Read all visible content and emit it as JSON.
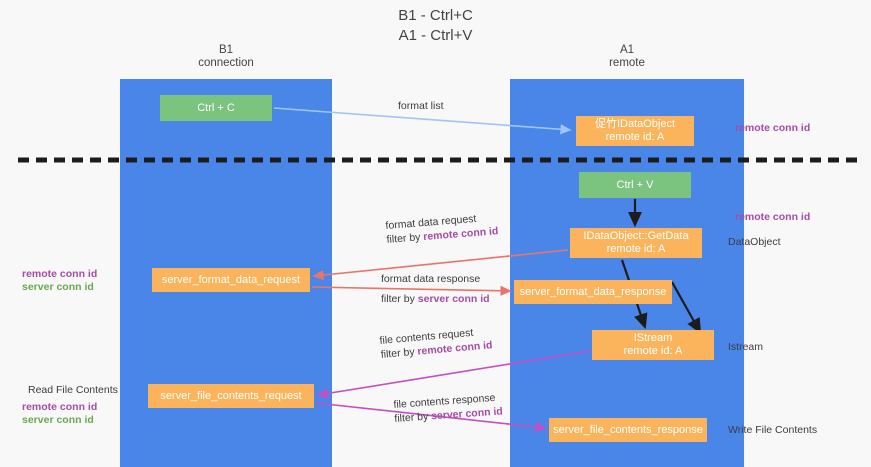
{
  "title": "B1 - Ctrl+C\nA1 - Ctrl+V",
  "lanes": [
    {
      "name": "lane-b1",
      "heading": "B1\nconnection"
    },
    {
      "name": "lane-a1",
      "heading": "A1\nremote"
    }
  ],
  "boxes": {
    "ctrl_c": "Ctrl + C",
    "ctrl_v": "Ctrl + V",
    "idataobject_title": "促竹IDataObject",
    "idataobject_sub": "remote id: A",
    "getdata_title": "IDataObject::GetData",
    "getdata_sub": "remote id: A",
    "istream_title": "IStream",
    "istream_sub": "remote id: A",
    "server_format_data_request": "server_format_data_request",
    "server_format_data_response": "server_format_data_response",
    "server_file_contents_request": "server_file_contents_request",
    "server_file_contents_response": "server_file_contents_response"
  },
  "arrow_labels": {
    "format_list": "format list",
    "format_data_request": "format data request",
    "format_data_request_filter_prefix": "filter by ",
    "format_data_request_filter_key": "remote conn id",
    "format_data_response": "format data response",
    "format_data_response_filter_prefix": "filter by ",
    "format_data_response_filter_key": "server conn id",
    "file_contents_request": "file contents request",
    "file_contents_request_filter_prefix": "filter by ",
    "file_contents_request_filter_key": "remote conn id",
    "file_contents_response": "file contents response",
    "file_contents_response_filter_prefix": "filter by ",
    "file_contents_response_filter_key": "server conn id"
  },
  "annotations": {
    "remote_conn_id_top": "remote conn id",
    "remote_conn_id_mid": "remote conn id",
    "dataobject": "DataObject",
    "istream": "Istream",
    "write_file_contents": "Write File Contents",
    "read_file_contents": "Read File Contents",
    "left_remote_conn_id_mid": "remote conn id",
    "left_server_conn_id_mid": "server conn id",
    "left_remote_conn_id_bottom": "remote conn id",
    "left_server_conn_id_bottom": "server conn id"
  },
  "colors": {
    "lane": "#4a86e8",
    "green_box": "#7ac47f",
    "orange_box": "#fbb45c",
    "purple_text": "#a64ca6",
    "green_text": "#6aa84f",
    "arrow_blue": "#9fc5f8",
    "arrow_red": "#e8756b",
    "arrow_magenta": "#c34fc3",
    "arrow_black": "#1c1c1c",
    "divider": "#1c1c1c",
    "background": "#f8f8f8"
  }
}
